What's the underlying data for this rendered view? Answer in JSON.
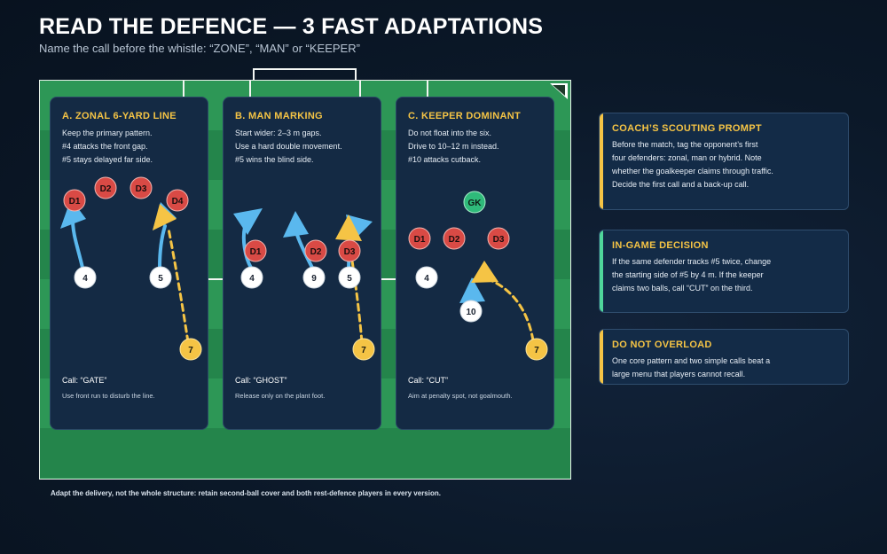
{
  "header": {
    "title": "READ THE DEFENCE — 3 FAST ADAPTATIONS",
    "subtitle": "Name the call before the whistle: “ZONE”, “MAN” or “KEEPER”"
  },
  "colors": {
    "accent_yellow": "#f5c445",
    "defender_red": "#d94a45",
    "keeper_green": "#2fba7a",
    "arrow_blue": "#5ab8ee",
    "attacker_white": "#ffffff",
    "card_green_accent": "#4fd69b"
  },
  "panels": [
    {
      "title": "A. ZONAL 6-YARD LINE",
      "lines": [
        "Keep the primary pattern.",
        "#4 attacks the front gap.",
        "#5 stays delayed far side."
      ],
      "call": "Call: “GATE”",
      "note": "Use front run to disturb the line.",
      "defenders": [
        "D1",
        "D2",
        "D3",
        "D4"
      ],
      "attackers": [
        "4",
        "5"
      ],
      "taker": "7"
    },
    {
      "title": "B. MAN MARKING",
      "lines": [
        "Start wider: 2–3 m gaps.",
        "Use a hard double movement.",
        "#5 wins the blind side."
      ],
      "call": "Call: “GHOST”",
      "note": "Release only on the plant foot.",
      "defenders": [
        "D1",
        "D2",
        "D3"
      ],
      "attackers": [
        "4",
        "9",
        "5"
      ],
      "taker": "7"
    },
    {
      "title": "C. KEEPER DOMINANT",
      "lines": [
        "Do not float into the six.",
        "Drive to 10–12 m instead.",
        "#10 attacks cutback."
      ],
      "call": "Call: “CUT”",
      "note": "Aim at penalty spot, not goalmouth.",
      "keeper": "GK",
      "defenders": [
        "D1",
        "D2",
        "D3"
      ],
      "attackers": [
        "4",
        "10"
      ],
      "taker": "7"
    }
  ],
  "footnote": "Adapt the delivery, not the whole structure: retain second-ball cover and both rest-defence players in every version.",
  "cards": [
    {
      "title": "COACH’S SCOUTING PROMPT",
      "accent": "#f5c445",
      "lines": [
        "Before the match, tag the opponent’s first",
        "four defenders: zonal, man or hybrid. Note",
        "whether the goalkeeper claims through traffic.",
        "Decide the first call and a back-up call."
      ]
    },
    {
      "title": "IN-GAME DECISION",
      "accent": "#4fd69b",
      "lines": [
        "If the same defender tracks #5 twice, change",
        "the starting side of #5 by 4 m. If the keeper",
        "claims two balls, call “CUT” on the third."
      ]
    },
    {
      "title": "DO NOT OVERLOAD",
      "accent": "#f5c445",
      "lines": [
        "One core pattern and two simple calls beat a",
        "large menu that players cannot recall."
      ]
    }
  ]
}
